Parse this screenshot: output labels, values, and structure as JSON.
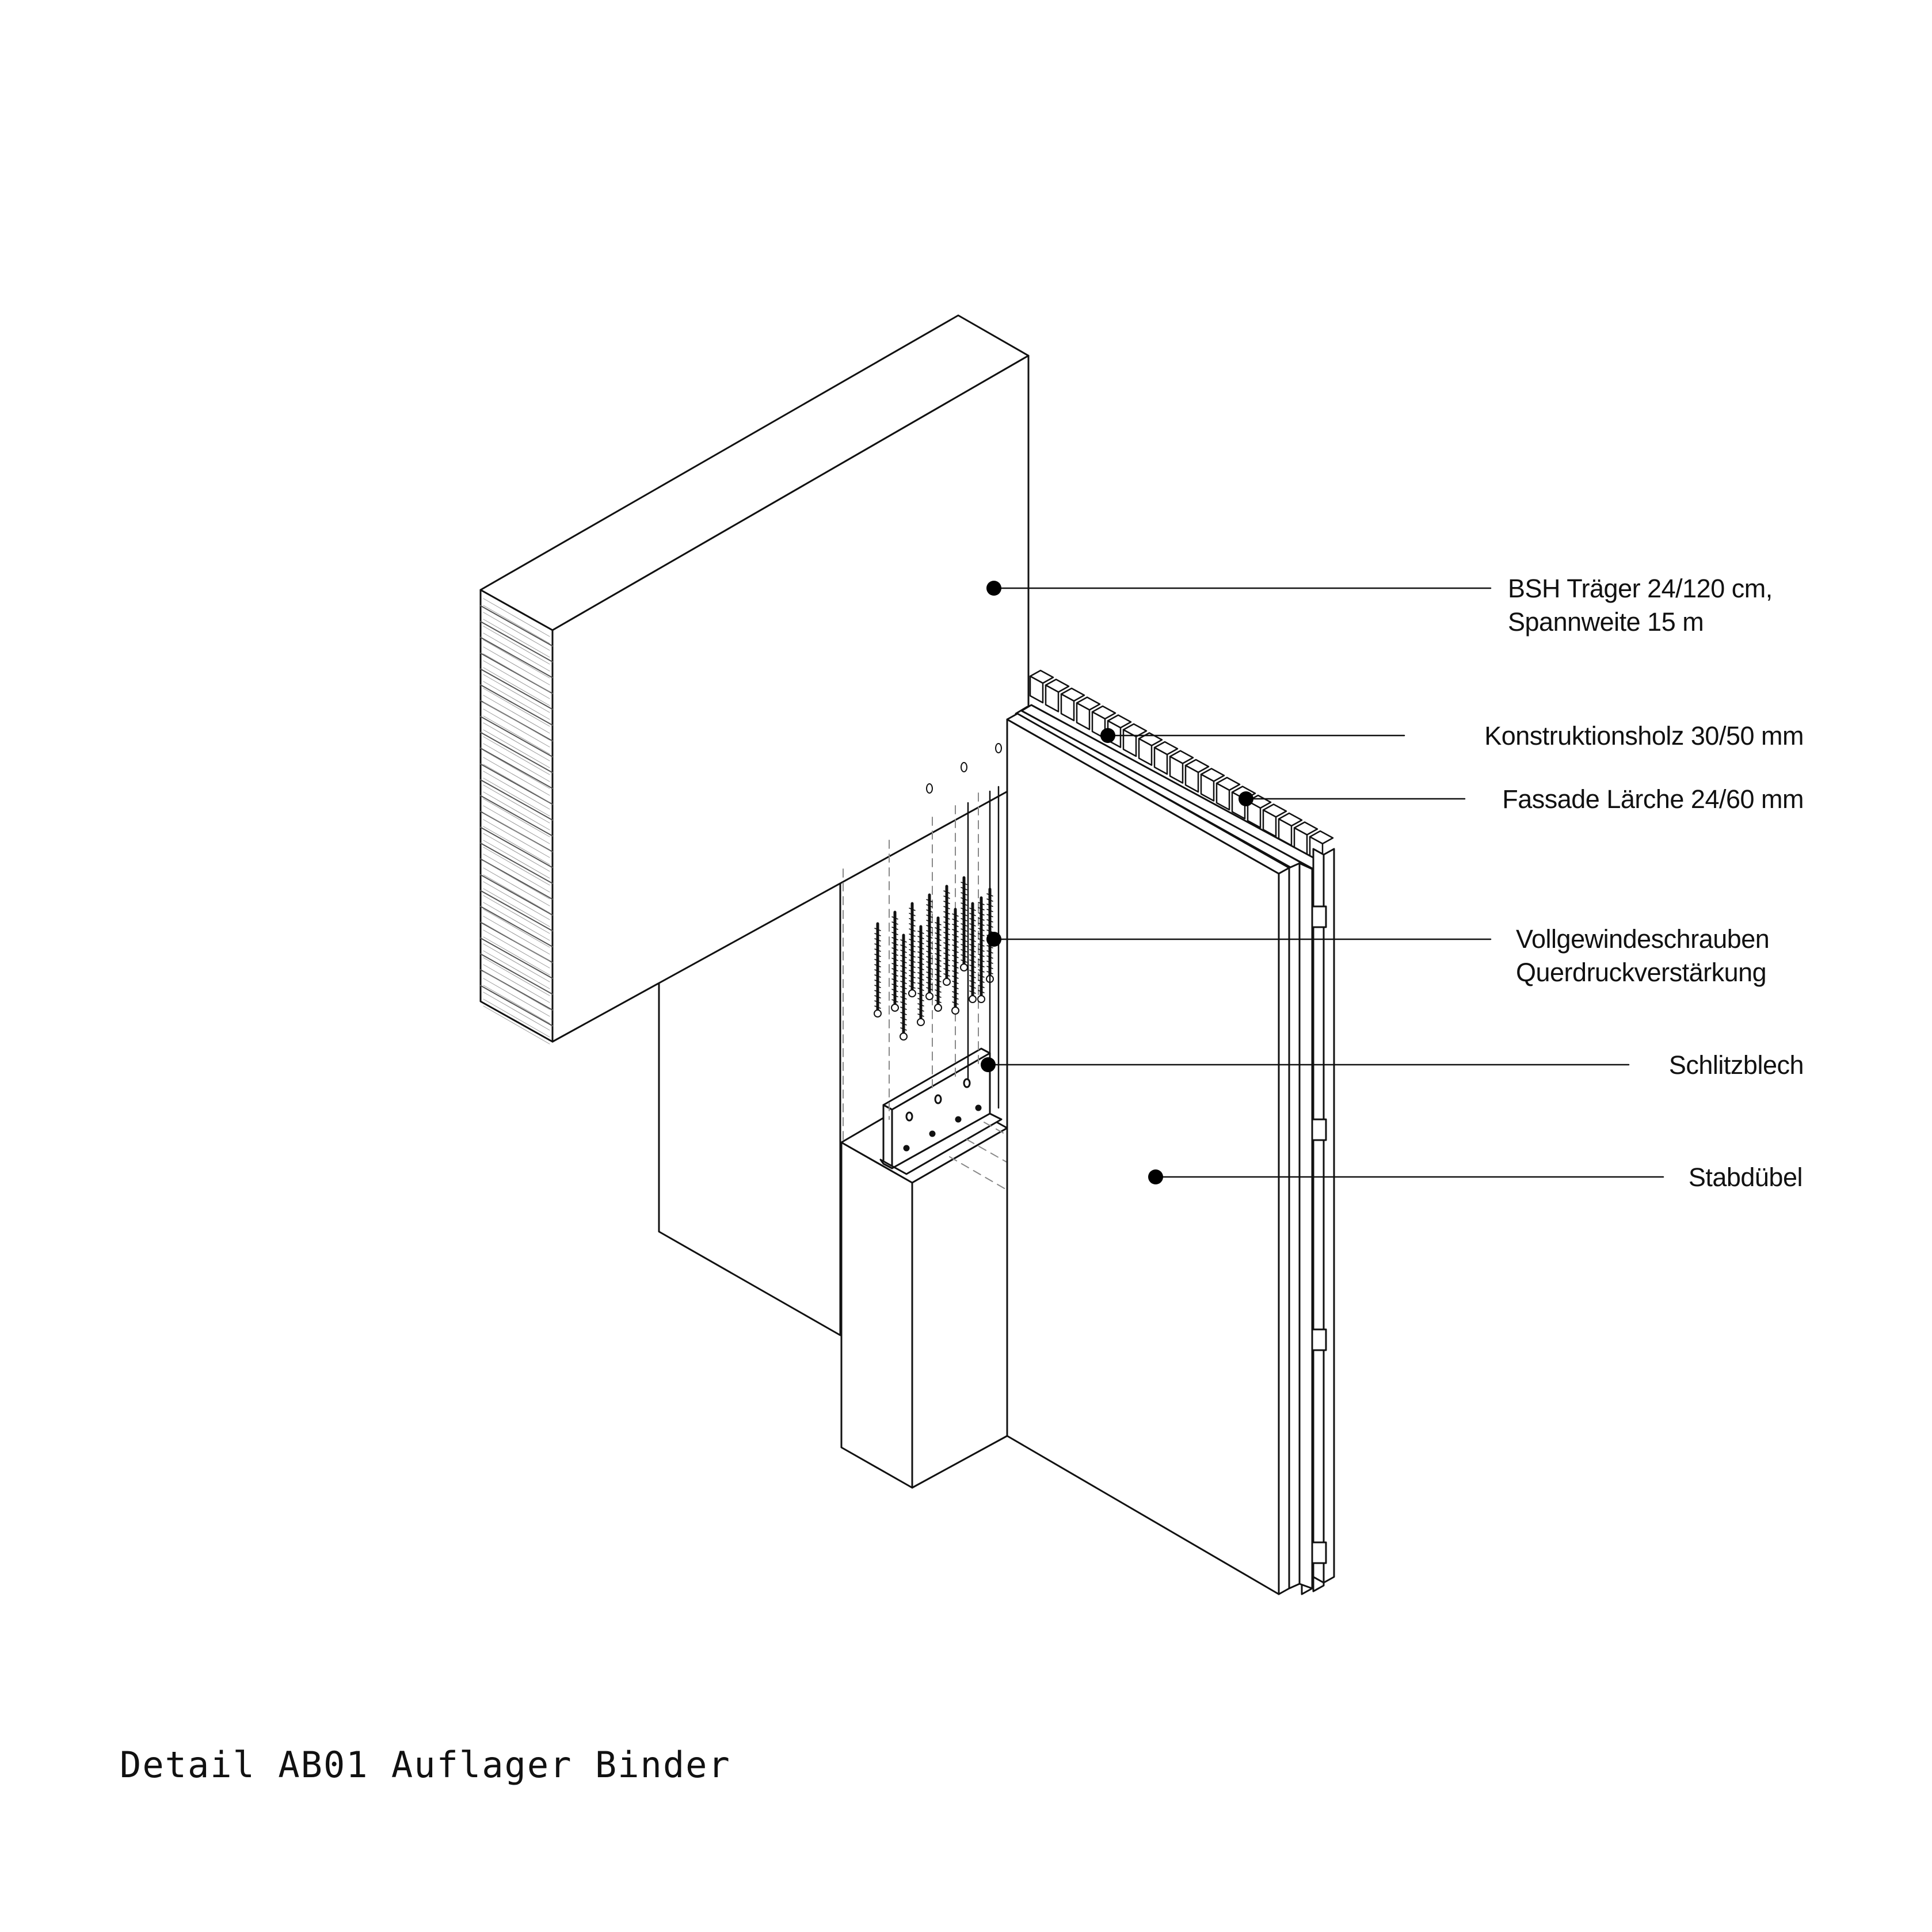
{
  "labels": {
    "beam_line1": "BSH Träger 24/120 cm,",
    "beam_line2": "Spannweite 15 m",
    "battens": "Konstruktionsholz 30/50 mm",
    "facade": "Fassade Lärche 24/60 mm",
    "screws_line1": "Vollgewindeschrauben",
    "screws_line2": "Querdruckverstärkung",
    "plate": "Schlitzblech",
    "dowels": "Stabdübel"
  },
  "caption": "Detail AB01 Auflager Binder",
  "colors": {
    "line": "#111111",
    "background": "#ffffff",
    "hatch": "#555555"
  }
}
